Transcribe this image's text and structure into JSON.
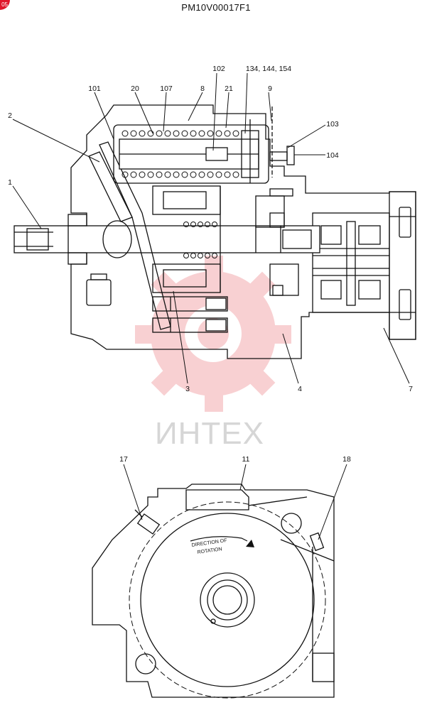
{
  "document": {
    "title": "PM10V00017F1",
    "corner_badge": "05"
  },
  "watermark": {
    "text": "ИНТЕХ"
  },
  "callouts": {
    "c1": "1",
    "c2": "2",
    "c3": "3",
    "c4": "4",
    "c7": "7",
    "c8": "8",
    "c9": "9",
    "c20": "20",
    "c21": "21",
    "c101": "101",
    "c102": "102",
    "c103": "103",
    "c104": "104",
    "c107": "107",
    "c134": "134, 144, 154",
    "c11": "11",
    "c17": "17",
    "c18": "18"
  },
  "rotation_label": {
    "line1": "DIRECTION OF",
    "line2": "ROTATION"
  },
  "colors": {
    "ink": "#111111",
    "watermark": "#f2c4c4",
    "badge": "#e0162b"
  }
}
